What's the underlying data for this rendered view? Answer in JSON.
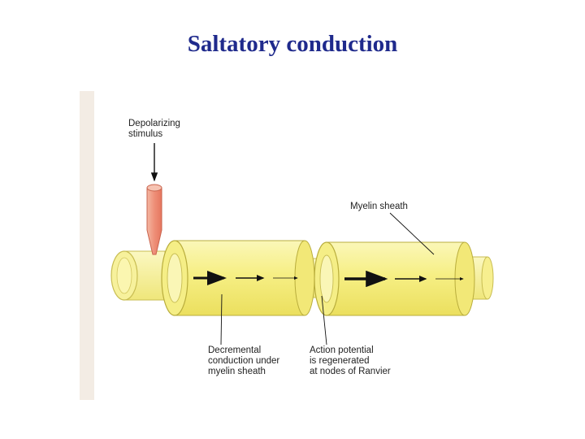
{
  "title": "Saltatory conduction",
  "labels": {
    "stimulus": [
      "Depolarizing",
      "stimulus"
    ],
    "myelin": "Myelin sheath",
    "decremental": [
      "Decremental",
      "conduction under",
      "myelin sheath"
    ],
    "action_potential": [
      "Action potential",
      "is regenerated",
      "at nodes of Ranvier"
    ]
  },
  "colors": {
    "title": "#1f2a8c",
    "sheath": "#f4ee8a",
    "electrode": "#f2a08a",
    "axon": "#f7f19c"
  }
}
